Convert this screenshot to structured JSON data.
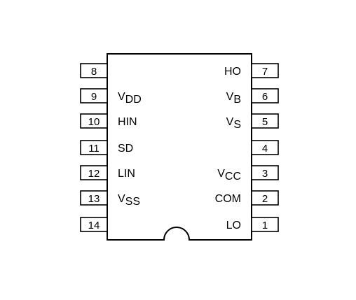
{
  "left_pins": [
    {
      "number": "8",
      "name": "",
      "sub": ""
    },
    {
      "number": "9",
      "name": "V",
      "sub": "DD"
    },
    {
      "number": "10",
      "name": "HIN",
      "sub": ""
    },
    {
      "number": "11",
      "name": "SD",
      "sub": ""
    },
    {
      "number": "12",
      "name": "LIN",
      "sub": ""
    },
    {
      "number": "13",
      "name": "V",
      "sub": "SS"
    },
    {
      "number": "14",
      "name": "",
      "sub": ""
    }
  ],
  "right_pins": [
    {
      "number": "7",
      "name": "HO",
      "sub": ""
    },
    {
      "number": "6",
      "name": "V",
      "sub": "B"
    },
    {
      "number": "5",
      "name": "V",
      "sub": "S"
    },
    {
      "number": "4",
      "name": "",
      "sub": ""
    },
    {
      "number": "3",
      "name": "V",
      "sub": "CC"
    },
    {
      "number": "2",
      "name": "COM",
      "sub": ""
    },
    {
      "number": "1",
      "name": "LO",
      "sub": ""
    }
  ]
}
